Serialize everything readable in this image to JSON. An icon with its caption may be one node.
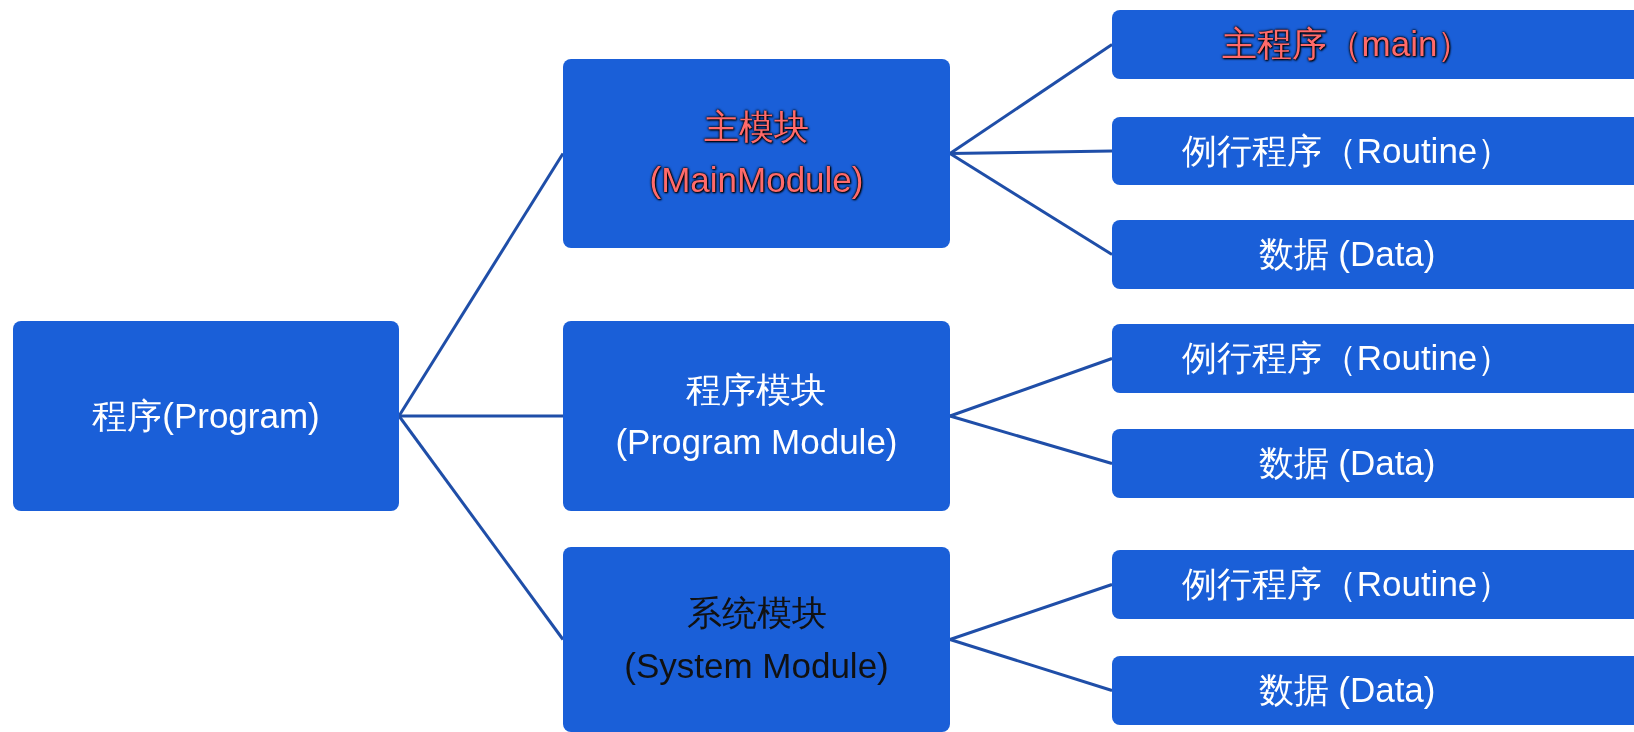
{
  "diagram": {
    "nodes": [
      {
        "text": [
          "程序(Program)"
        ]
      },
      {
        "text": [
          "主模块 (MainModule)"
        ]
      },
      {
        "text": [
          "程序模块 (Program Module)"
        ]
      },
      {
        "text": [
          "系统模块 (System Module)"
        ]
      },
      {
        "text": [
          "主程序（main）"
        ]
      },
      {
        "text": [
          "例行程序（Routine）"
        ]
      },
      {
        "text": [
          "数据 (Data)"
        ]
      },
      {
        "text": [
          "例行程序（Routine）"
        ]
      },
      {
        "text": [
          "数据 (Data)"
        ]
      },
      {
        "text": [
          "例行程序（Routine）"
        ]
      },
      {
        "text": [
          "数据 (Data)"
        ]
      }
    ],
    "edges": [
      {
        "from": 0,
        "to": 1,
        "arrow": "none"
      },
      {
        "from": 0,
        "to": 2,
        "arrow": "none"
      },
      {
        "from": 0,
        "to": 3,
        "arrow": "none"
      },
      {
        "from": 1,
        "to": 4,
        "arrow": "none"
      },
      {
        "from": 1,
        "to": 5,
        "arrow": "none"
      },
      {
        "from": 1,
        "to": 6,
        "arrow": "none"
      },
      {
        "from": 2,
        "to": 7,
        "arrow": "none"
      },
      {
        "from": 2,
        "to": 8,
        "arrow": "none"
      },
      {
        "from": 3,
        "to": 9,
        "arrow": "none"
      },
      {
        "from": 3,
        "to": 10,
        "arrow": "none"
      }
    ]
  }
}
